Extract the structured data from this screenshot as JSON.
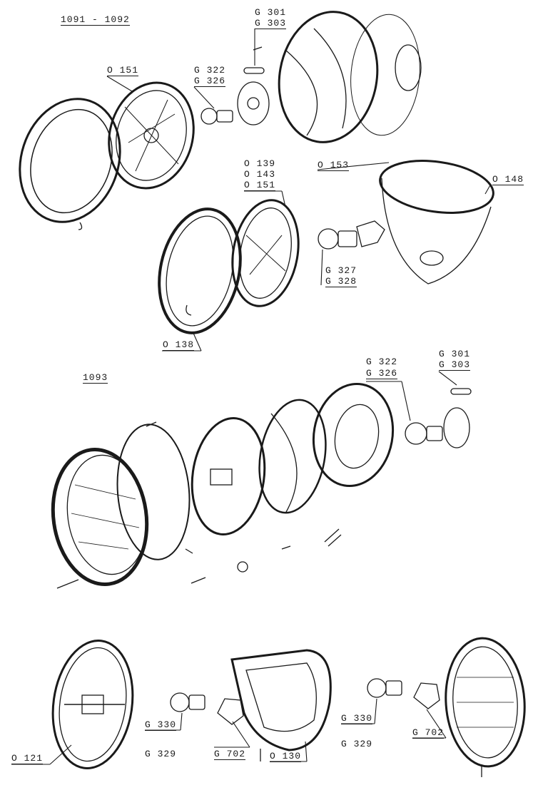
{
  "sections": {
    "top_title": "1091 - 1092",
    "mid_title": "1093"
  },
  "labels": {
    "g301_a": "G 301",
    "g303_a": "G 303",
    "o151_a": "O 151",
    "g322_a": "G 322",
    "g326_a": "G 326",
    "o139": "O 139",
    "o143": "O 143",
    "o151_b": "O 151",
    "o153": "O 153",
    "o148": "O 148",
    "g327": "G 327",
    "g328": "G 328",
    "o138": "O 138",
    "g322_b": "G 322",
    "g326_b": "G 326",
    "g301_b": "G 301",
    "g303_b": "G 303",
    "g330_a": "G 330",
    "g329_a": "G 329",
    "g702_a": "G 702",
    "o130": "O 130",
    "o121": "O 121",
    "g330_b": "G 330",
    "g329_b": "G 329",
    "g702_b": "G 702"
  },
  "icons": {
    "headlamp": "headlamp-parts-icon",
    "bulb": "bulb-icon",
    "fog_lamp": "fog-lamp-icon"
  },
  "colors": {
    "ink": "#1a1a1a",
    "paper": "#ffffff"
  }
}
